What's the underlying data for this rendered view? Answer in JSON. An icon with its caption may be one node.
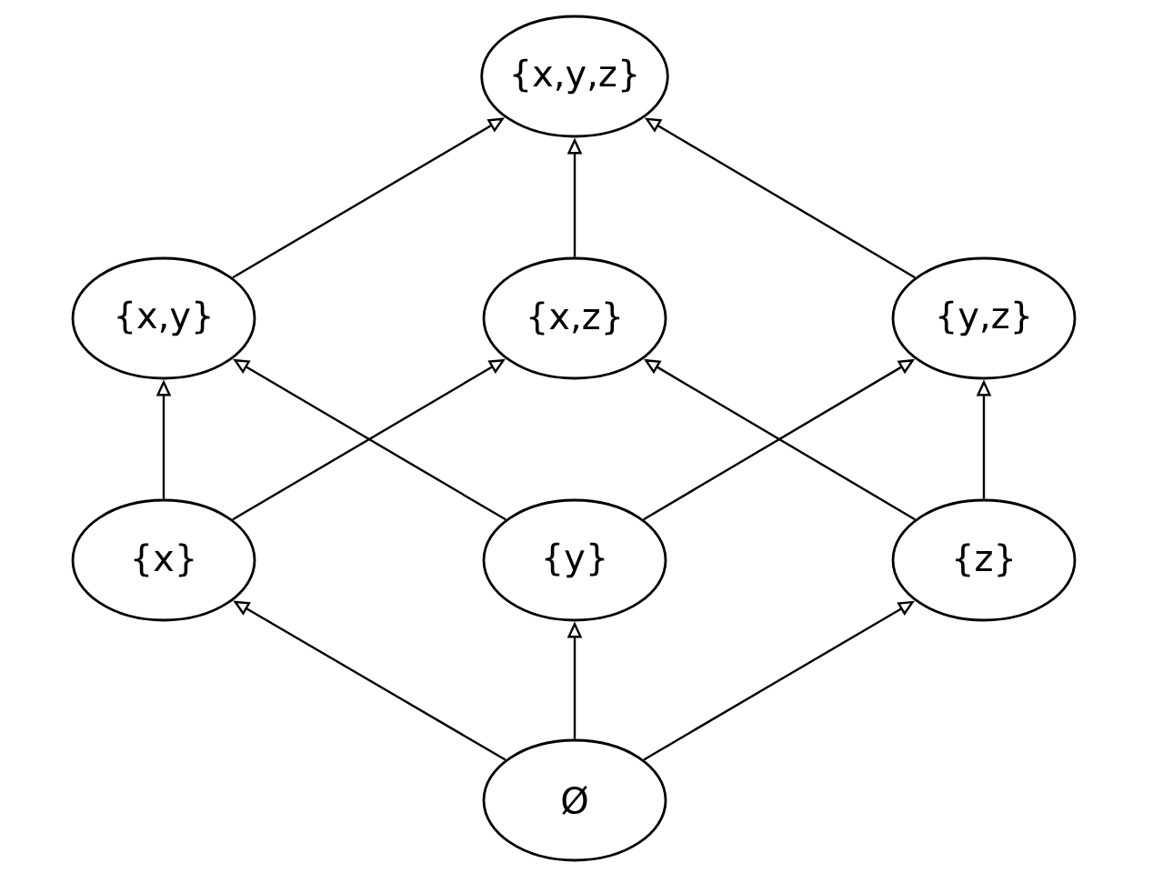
{
  "diagram": {
    "nodes": [
      {
        "text": [
          "{x,y,z}"
        ]
      },
      {
        "text": [
          "{x,y}"
        ]
      },
      {
        "text": [
          "{x,z}"
        ]
      },
      {
        "text": [
          "{y,z}"
        ]
      },
      {
        "text": [
          "{x}"
        ]
      },
      {
        "text": [
          "{y}"
        ]
      },
      {
        "text": [
          "{z}"
        ]
      },
      {
        "text": [
          "Ø"
        ]
      }
    ],
    "edges": [
      {
        "from": 1,
        "to": 0,
        "arrow": "to"
      },
      {
        "from": 2,
        "to": 0,
        "arrow": "to"
      },
      {
        "from": 3,
        "to": 0,
        "arrow": "to"
      },
      {
        "from": 4,
        "to": 1,
        "arrow": "to"
      },
      {
        "from": 4,
        "to": 2,
        "arrow": "to"
      },
      {
        "from": 5,
        "to": 1,
        "arrow": "to"
      },
      {
        "from": 5,
        "to": 3,
        "arrow": "to"
      },
      {
        "from": 6,
        "to": 2,
        "arrow": "to"
      },
      {
        "from": 6,
        "to": 3,
        "arrow": "to"
      },
      {
        "from": 7,
        "to": 4,
        "arrow": "to"
      },
      {
        "from": 7,
        "to": 5,
        "arrow": "to"
      },
      {
        "from": 7,
        "to": 6,
        "arrow": "to"
      }
    ]
  }
}
